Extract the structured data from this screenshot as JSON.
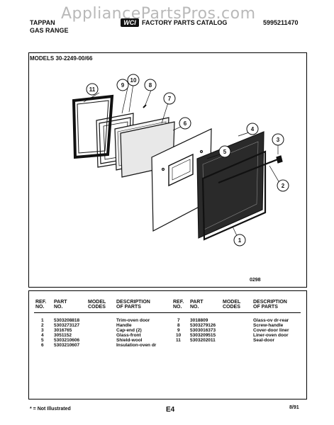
{
  "watermark": "AppliancePartsPros.com",
  "header": {
    "brand": "TAPPAN",
    "product": "GAS RANGE",
    "logo": "WCI",
    "catalog_title": "FACTORY PARTS CATALOG",
    "catalog_number": "5995211470"
  },
  "models": "MODELS 30-2249-00/66",
  "diagram": {
    "callouts": [
      "1",
      "2",
      "3",
      "4",
      "5",
      "6",
      "7",
      "8",
      "9",
      "10",
      "11"
    ],
    "drawing_code": "0298"
  },
  "table": {
    "headers": {
      "ref_no": [
        "REF.",
        "NO."
      ],
      "part_no": [
        "PART",
        "NO."
      ],
      "model_codes": [
        "MODEL",
        "CODES"
      ],
      "description": [
        "DESCRIPTION",
        "OF PARTS"
      ]
    },
    "left_rows": [
      {
        "ref": "1",
        "part": "5303208818",
        "codes": "",
        "desc": "Trim-oven door"
      },
      {
        "ref": "2",
        "part": "5303273127",
        "codes": "",
        "desc": "Handle"
      },
      {
        "ref": "3",
        "part": "3016765",
        "codes": "",
        "desc": "Cap-end (2)"
      },
      {
        "ref": "4",
        "part": "3051152",
        "codes": "",
        "desc": "Glass-front"
      },
      {
        "ref": "5",
        "part": "5303210606",
        "codes": "",
        "desc": "Shield-wool"
      },
      {
        "ref": "6",
        "part": "5303210607",
        "codes": "",
        "desc": "Insulation-oven dr"
      }
    ],
    "right_rows": [
      {
        "ref": "7",
        "part": "3018809",
        "codes": "",
        "desc": "Glass-ov dr-rear"
      },
      {
        "ref": "8",
        "part": "5303279126",
        "codes": "",
        "desc": "Screw-handle"
      },
      {
        "ref": "9",
        "part": "5303016373",
        "codes": "",
        "desc": "Cover-door liner"
      },
      {
        "ref": "10",
        "part": "5303209515",
        "codes": "",
        "desc": "Liner-oven door"
      },
      {
        "ref": "11",
        "part": "5303202011",
        "codes": "",
        "desc": "Seal-door"
      }
    ]
  },
  "footer": {
    "note": "* = Not Illustrated",
    "page": "E4",
    "date": "8/91"
  }
}
